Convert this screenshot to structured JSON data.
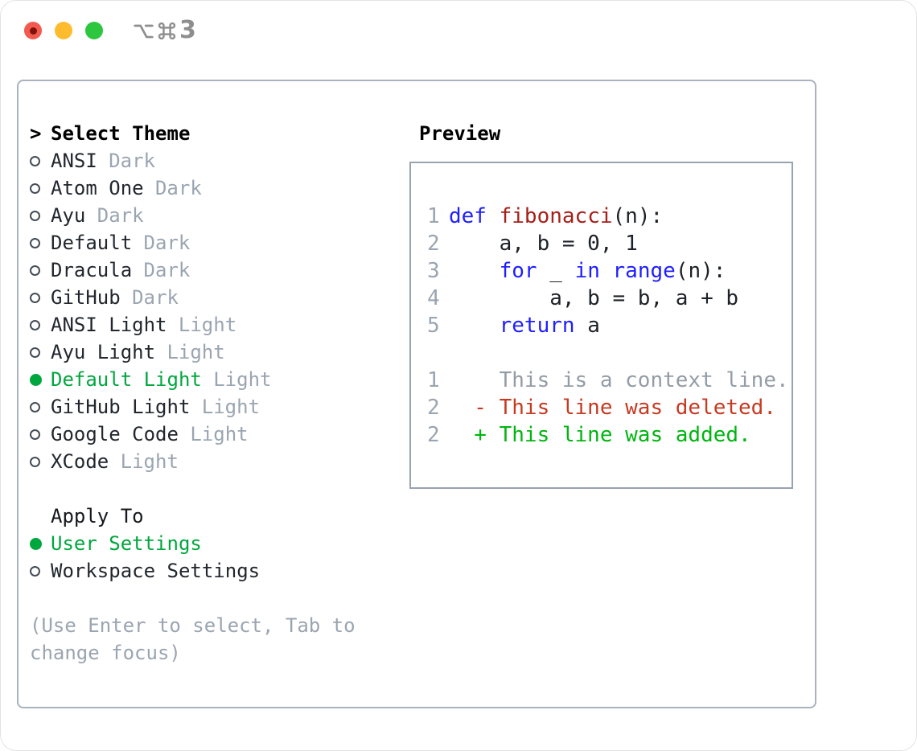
{
  "window": {
    "shortcut": "⌥⌘3",
    "shortcut_digit": "3",
    "traffic_lights": [
      "close",
      "minimize",
      "zoom"
    ]
  },
  "colors": {
    "title": "#000000",
    "text": "#22272e",
    "muted": "#9aa5b1",
    "green": "#00a73e",
    "box_border": "#aab3bd",
    "preview_border": "#98a3b0",
    "keyword": "#1f1fff",
    "function": "#a62019",
    "plain": "#1d2127",
    "line_number": "#9aa5b1",
    "context": "#939ca6",
    "deleted": "#c63a22",
    "added": "#00b50f",
    "traffic_red": "#f3594f",
    "traffic_red_dot": "#7e120b",
    "traffic_yellow": "#fdbc2e",
    "traffic_green": "#2dc73f",
    "shortcut_gray": "#8e8e8e"
  },
  "theme_panel": {
    "title_marker": ">",
    "title": "Select Theme",
    "items": [
      {
        "name": "ANSI",
        "tag": "Dark",
        "selected": false
      },
      {
        "name": "Atom One",
        "tag": "Dark",
        "selected": false
      },
      {
        "name": "Ayu",
        "tag": "Dark",
        "selected": false
      },
      {
        "name": "Default",
        "tag": "Dark",
        "selected": false
      },
      {
        "name": "Dracula",
        "tag": "Dark",
        "selected": false
      },
      {
        "name": "GitHub",
        "tag": "Dark",
        "selected": false
      },
      {
        "name": "ANSI Light",
        "tag": "Light",
        "selected": false
      },
      {
        "name": "Ayu Light",
        "tag": "Light",
        "selected": false
      },
      {
        "name": "Default Light",
        "tag": "Light",
        "selected": true
      },
      {
        "name": "GitHub Light",
        "tag": "Light",
        "selected": false
      },
      {
        "name": "Google Code",
        "tag": "Light",
        "selected": false
      },
      {
        "name": "XCode",
        "tag": "Light",
        "selected": false
      }
    ],
    "apply_to": {
      "title": "Apply To",
      "options": [
        {
          "label": "User Settings",
          "selected": true
        },
        {
          "label": "Workspace Settings",
          "selected": false
        }
      ]
    },
    "hint": "(Use Enter to select, Tab to change focus)"
  },
  "preview": {
    "title": "Preview",
    "lines": [
      {
        "number": "1",
        "tokens": [
          {
            "t": "def",
            "c": "keyword"
          },
          {
            "t": " ",
            "c": "plain"
          },
          {
            "t": "fibonacci",
            "c": "function"
          },
          {
            "t": "(n):",
            "c": "plain"
          }
        ]
      },
      {
        "number": "2",
        "tokens": [
          {
            "t": "    a, b = 0, 1",
            "c": "plain"
          }
        ]
      },
      {
        "number": "3",
        "tokens": [
          {
            "t": "    ",
            "c": "plain"
          },
          {
            "t": "for",
            "c": "keyword"
          },
          {
            "t": " _ ",
            "c": "plain"
          },
          {
            "t": "in",
            "c": "keyword"
          },
          {
            "t": " ",
            "c": "plain"
          },
          {
            "t": "range",
            "c": "keyword"
          },
          {
            "t": "(n):",
            "c": "plain"
          }
        ]
      },
      {
        "number": "4",
        "tokens": [
          {
            "t": "        a, b = b, a + b",
            "c": "plain"
          }
        ]
      },
      {
        "number": "5",
        "tokens": [
          {
            "t": "    ",
            "c": "plain"
          },
          {
            "t": "return",
            "c": "keyword"
          },
          {
            "t": " a",
            "c": "plain"
          }
        ]
      },
      {
        "number": "",
        "tokens": []
      },
      {
        "number": "1",
        "tokens": [
          {
            "t": "    This is a context line.",
            "c": "context"
          }
        ]
      },
      {
        "number": "2",
        "tokens": [
          {
            "t": "  - This line was deleted.",
            "c": "deleted"
          }
        ]
      },
      {
        "number": "2",
        "tokens": [
          {
            "t": "  + This line was added.",
            "c": "added"
          }
        ]
      }
    ]
  }
}
